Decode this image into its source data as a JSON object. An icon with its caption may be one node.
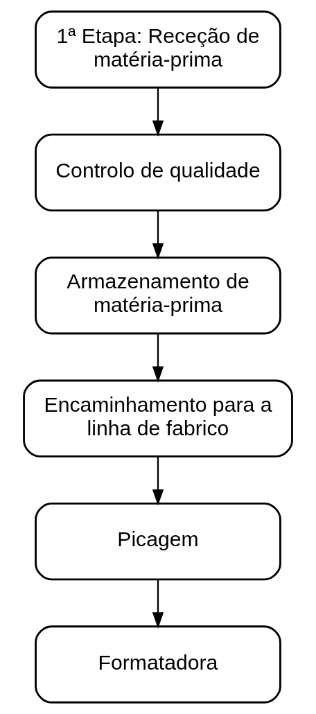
{
  "diagram": {
    "nodes": [
      {
        "text": [
          "1ª Etapa: Receção de matéria-prima"
        ]
      },
      {
        "text": [
          "Controlo de qualidade"
        ]
      },
      {
        "text": [
          "Armazenamento de matéria-prima"
        ]
      },
      {
        "text": [
          "Encaminhamento para a linha de fabrico"
        ]
      },
      {
        "text": [
          "Picagem"
        ]
      },
      {
        "text": [
          "Formatadora"
        ]
      }
    ],
    "edges": [
      {
        "from": 0,
        "to": 1,
        "arrow": "to"
      },
      {
        "from": 1,
        "to": 2,
        "arrow": "to"
      },
      {
        "from": 2,
        "to": 3,
        "arrow": "to"
      },
      {
        "from": 3,
        "to": 4,
        "arrow": "to"
      },
      {
        "from": 4,
        "to": 5,
        "arrow": "to"
      }
    ]
  }
}
